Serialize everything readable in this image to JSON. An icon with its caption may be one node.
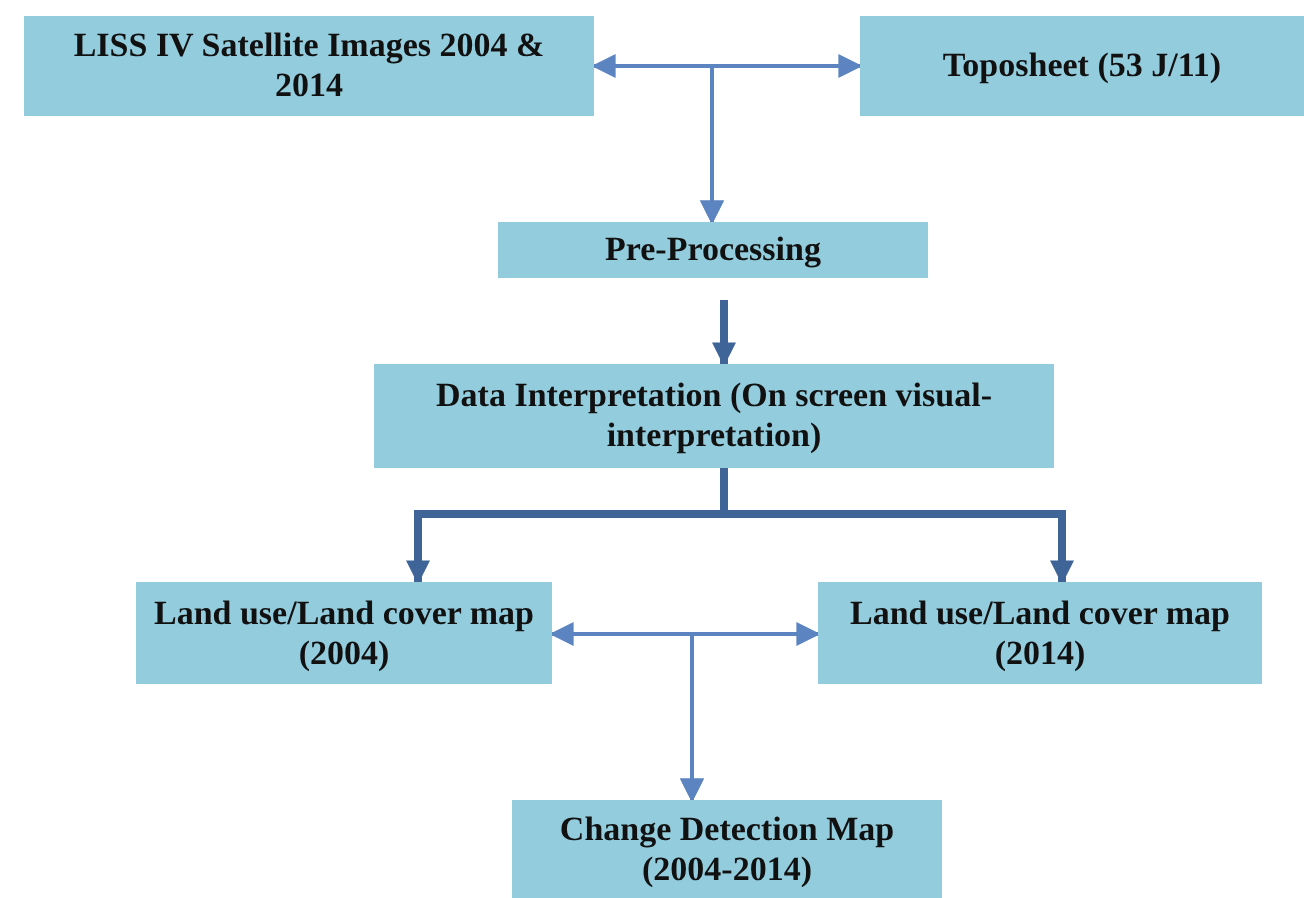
{
  "diagram": {
    "nodes": [
      {
        "text": [
          "LISS IV Satellite Images 2004 & 2014"
        ]
      },
      {
        "text": [
          "Toposheet (53 J/11)"
        ]
      },
      {
        "text": [
          "Pre-Processing"
        ]
      },
      {
        "text": [
          "Data Interpretation (On screen visual-interpretation)"
        ]
      },
      {
        "text": [
          "Land use/Land cover map (2004)"
        ]
      },
      {
        "text": [
          "Land use/Land cover map (2014)"
        ]
      },
      {
        "text": [
          "Change Detection Map (2004-2014)"
        ]
      }
    ],
    "edges": [
      {
        "from": 0,
        "to": 1,
        "arrow": "both"
      },
      {
        "from": 0,
        "to": 2,
        "arrow": "to"
      },
      {
        "from": 1,
        "to": 2,
        "arrow": "to"
      },
      {
        "from": 2,
        "to": 3,
        "arrow": "to",
        "style": "thick",
        "color": "#3f6598"
      },
      {
        "from": 3,
        "to": 4,
        "arrow": "to",
        "style": "thick",
        "color": "#3f6598"
      },
      {
        "from": 3,
        "to": 5,
        "arrow": "to",
        "style": "thick",
        "color": "#3f6598"
      },
      {
        "from": 4,
        "to": 5,
        "arrow": "both"
      },
      {
        "from": 4,
        "to": 6,
        "arrow": "to"
      },
      {
        "from": 5,
        "to": 6,
        "arrow": "to"
      }
    ]
  }
}
